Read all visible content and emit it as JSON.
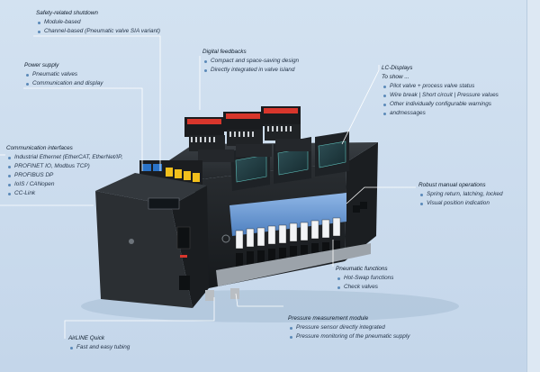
{
  "callouts": {
    "safety": {
      "title": "Safety-related shutdown",
      "items": [
        "Module-based",
        "Channel-based (Pneumatic valve SIA variant)"
      ]
    },
    "digital": {
      "title": "Digital feedbacks",
      "items": [
        "Compact and space-saving design",
        "Directly integrated in valve island"
      ]
    },
    "power": {
      "title": "Power supply",
      "items": [
        "Pneumatic valves",
        "Communication and display"
      ]
    },
    "lcd": {
      "title": "LC-Displays",
      "subtitle": "To show ...",
      "items": [
        "Pilot valve + process valve status",
        "Wire break | Short circuit | Pressure values",
        "Other individually configurable warnings",
        "andmessages"
      ]
    },
    "comm": {
      "title": "Communication interfaces",
      "items": [
        "Industrial Ethernet (EtherCAT, EtherNet/IP,",
        "PROFINET IO, Modbus TCP)",
        "PROFIBUS DP",
        "IoIS / CANopen",
        "CC-Link"
      ]
    },
    "manual": {
      "title": "Robust manual operations",
      "items": [
        "Spring return, latching, locked",
        "Visual position indication"
      ]
    },
    "pneumatic": {
      "title": "Pneumatic functions",
      "items": [
        "Hot-Swap functions",
        "Check valves"
      ]
    },
    "pressure": {
      "title": "Pressure measurement module",
      "items": [
        "Pressure sensor directly integrated",
        "Pressure monitoring of the pneumatic supply"
      ]
    },
    "airline": {
      "title": "AirLINE Quick",
      "items": [
        "Fast and easy tubing"
      ]
    }
  },
  "colors": {
    "background": "#c9daec",
    "leader_line": "#ffffff",
    "bullet": "#5a89b8",
    "connector_red": "#d8362c",
    "connector_yellow": "#f2c01c",
    "connector_blue": "#2b74c9",
    "lcd_teal": "#5fc0bb"
  }
}
